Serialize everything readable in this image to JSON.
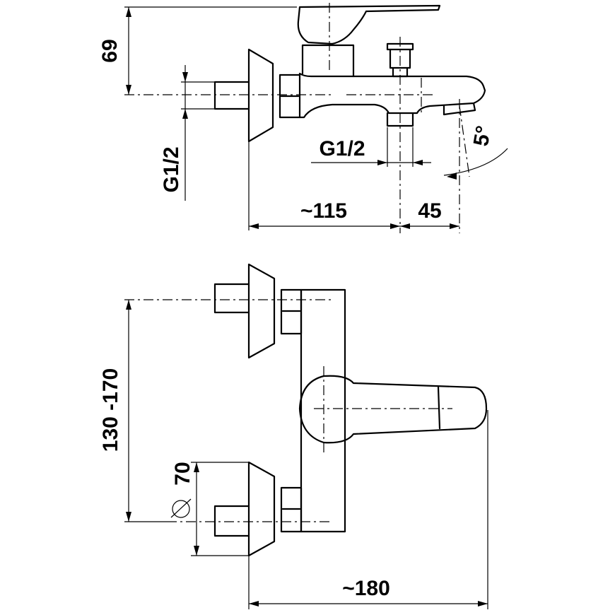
{
  "view_top": {
    "dim_height": "69",
    "dim_thread_inlet": "G1/2",
    "dim_thread_outlet": "G1/2",
    "dim_depth": "~115",
    "dim_spout_offset": "45",
    "dim_angle": "5°"
  },
  "view_front": {
    "dim_center_distance": "130 -170",
    "dim_rosette_diameter": "70",
    "dim_width": "~180"
  }
}
